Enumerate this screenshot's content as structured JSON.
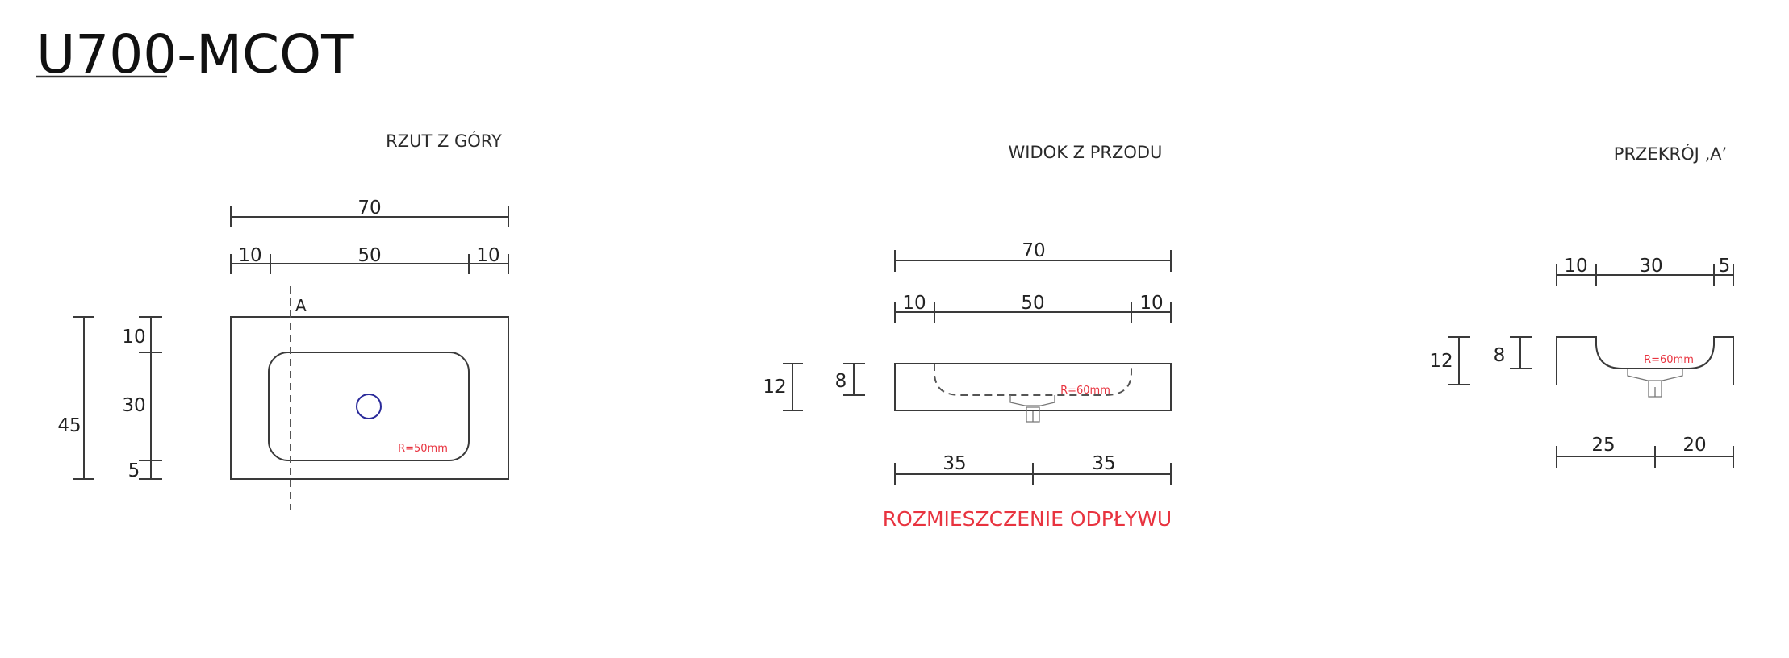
{
  "title": {
    "underlined": "U700",
    "rest": "-MCOT"
  },
  "colors": {
    "line": "#3a3a3a",
    "accent_red": "#e8333f",
    "drain_circle": "#2a2a9a"
  },
  "top_view": {
    "heading": "RZUT Z GÓRY",
    "overall_width": "70",
    "width_parts": [
      "10",
      "50",
      "10"
    ],
    "overall_depth": "45",
    "depth_parts": [
      "10",
      "30",
      "5"
    ],
    "section_marker": "A",
    "radius_note": "R=50mm"
  },
  "front_view": {
    "heading": "WIDOK Z PRZODU",
    "overall_width": "70",
    "width_parts": [
      "10",
      "50",
      "10"
    ],
    "height": "12",
    "basin_depth": "8",
    "radius_note": "R=60mm",
    "drain_offsets": [
      "35",
      "35"
    ],
    "drain_caption": "ROZMIESZCZENIE ODPŁYWU"
  },
  "section_view": {
    "heading": "PRZEKRÓJ ‚A’",
    "width_parts": [
      "10",
      "30",
      "5"
    ],
    "height": "12",
    "basin_depth": "8",
    "radius_note": "R=60mm",
    "drain_offsets": [
      "25",
      "20"
    ]
  }
}
